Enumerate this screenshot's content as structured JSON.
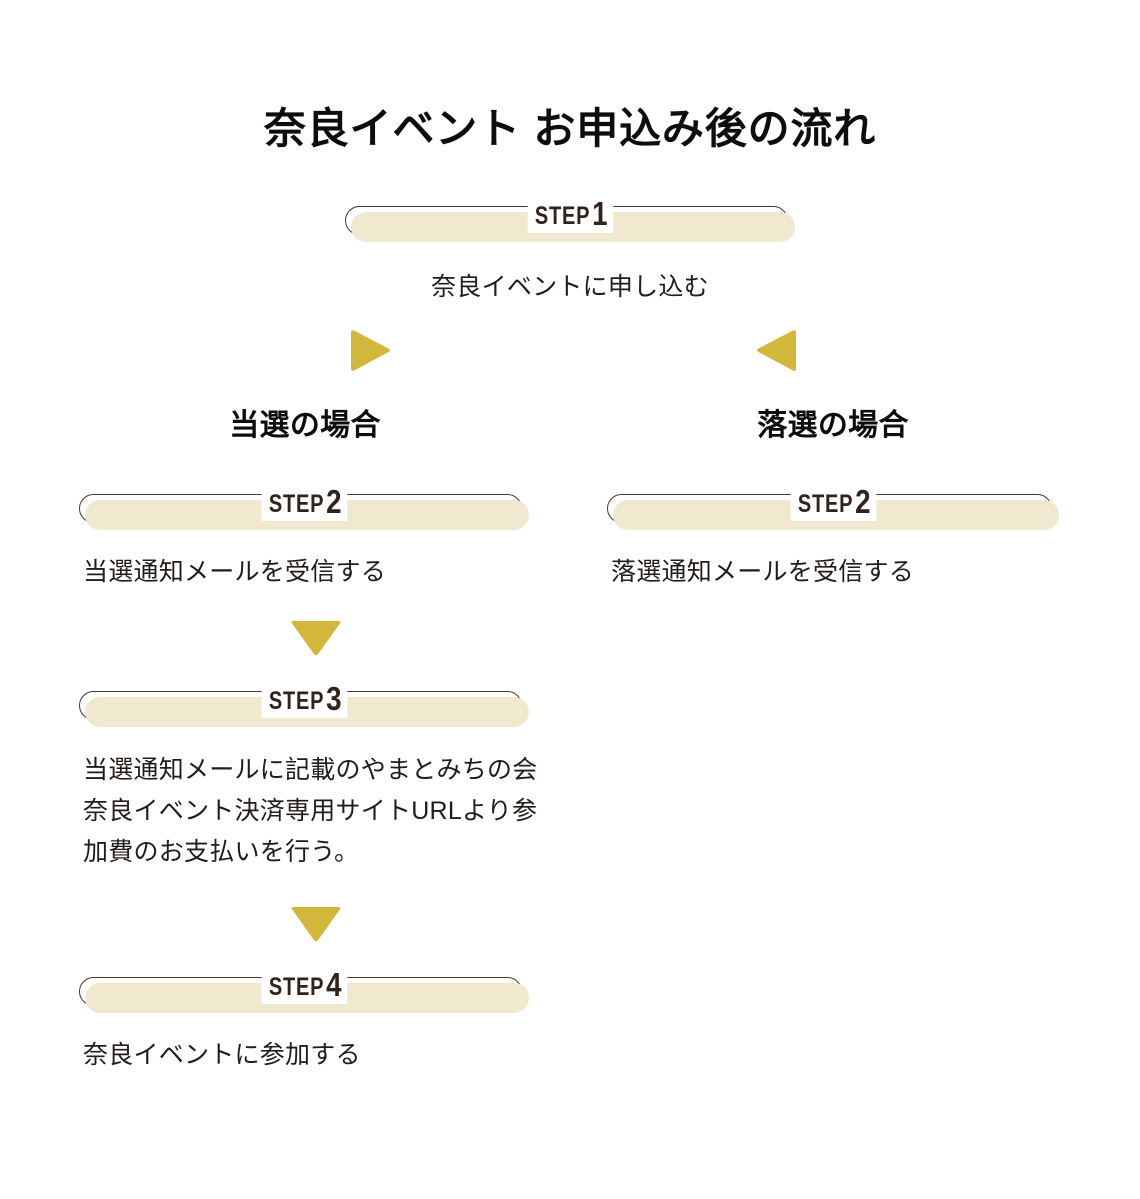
{
  "page": {
    "title": "奈良イベント お申込み後の流れ",
    "background_color": "#ffffff"
  },
  "theme": {
    "accent_gold": "#d2b73a",
    "badge_fill": "#f1e9cf",
    "badge_outline": "#4a3a2c",
    "text_dark": "#221c18",
    "heading_dark": "#0d0d0d"
  },
  "flow": {
    "step1": {
      "badge_label": "STEP",
      "badge_number": "1",
      "description": "奈良イベントに申し込む"
    },
    "branch_left": {
      "heading": "当選の場合",
      "arrow_icon": "triangle-right-icon",
      "steps": [
        {
          "badge_label": "STEP",
          "badge_number": "2",
          "description": "当選通知メールを受信する"
        },
        {
          "badge_label": "STEP",
          "badge_number": "3",
          "description": "当選通知メールに記載のやまとみちの会奈良イベント決済専用サイトURLより参加費のお支払いを行う。"
        },
        {
          "badge_label": "STEP",
          "badge_number": "4",
          "description": "奈良イベントに参加する"
        }
      ],
      "connector_icon": "triangle-down-icon"
    },
    "branch_right": {
      "heading": "落選の場合",
      "arrow_icon": "triangle-left-icon",
      "steps": [
        {
          "badge_label": "STEP",
          "badge_number": "2",
          "description": "落選通知メールを受信する"
        }
      ]
    }
  }
}
